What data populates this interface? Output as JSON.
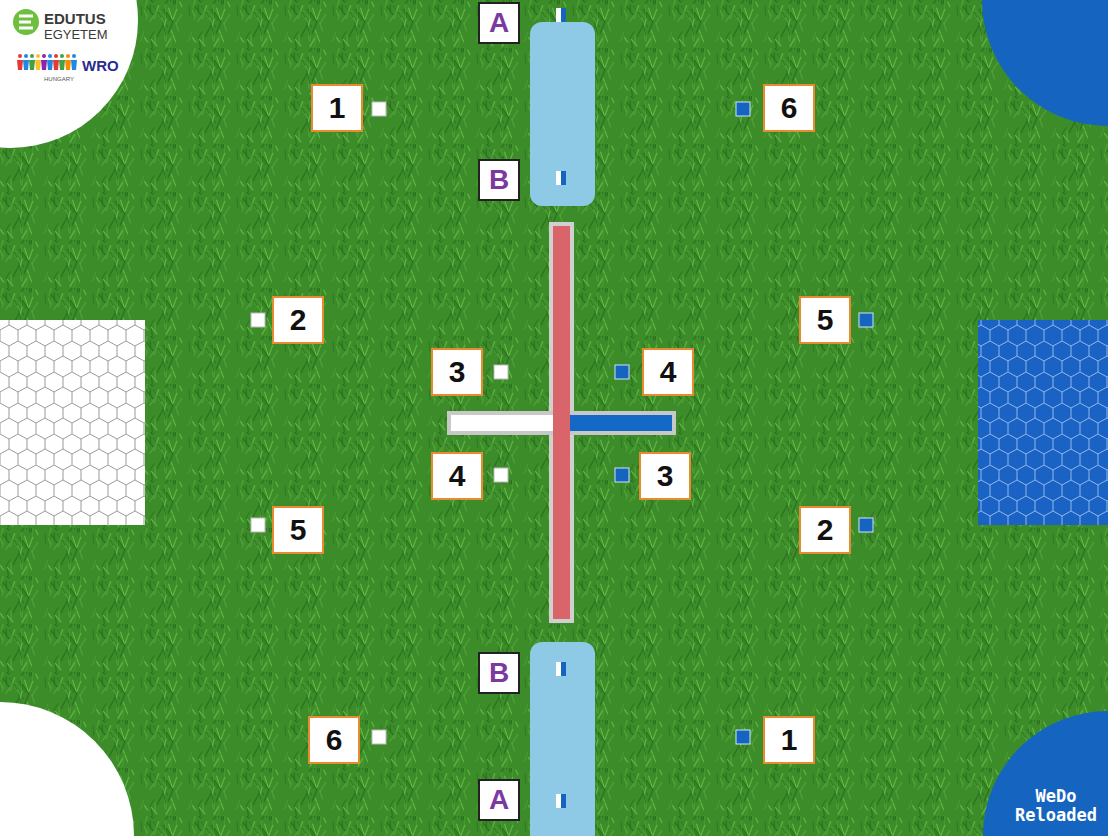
{
  "diagram": {
    "nodes": [
      {
        "text": [
          "A"
        ]
      },
      {
        "text": [
          "1"
        ]
      },
      {
        "text": [
          "6"
        ]
      },
      {
        "text": [
          "B"
        ]
      },
      {
        "text": [
          "2"
        ]
      },
      {
        "text": [
          "5"
        ]
      },
      {
        "text": [
          "3"
        ]
      },
      {
        "text": [
          "4"
        ]
      },
      {
        "text": [
          "4"
        ]
      },
      {
        "text": [
          "3"
        ]
      },
      {
        "text": [
          "5"
        ]
      },
      {
        "text": [
          "2"
        ]
      },
      {
        "text": [
          "B"
        ]
      },
      {
        "text": [
          "6"
        ]
      },
      {
        "text": [
          "1"
        ]
      },
      {
        "text": [
          "A"
        ]
      },
      {
        "text": [
          "WeDo Reloaded"
        ]
      }
    ],
    "labels": [
      "EDUTUS",
      "EGYETEM",
      "WRO",
      "HUNGARY"
    ]
  }
}
